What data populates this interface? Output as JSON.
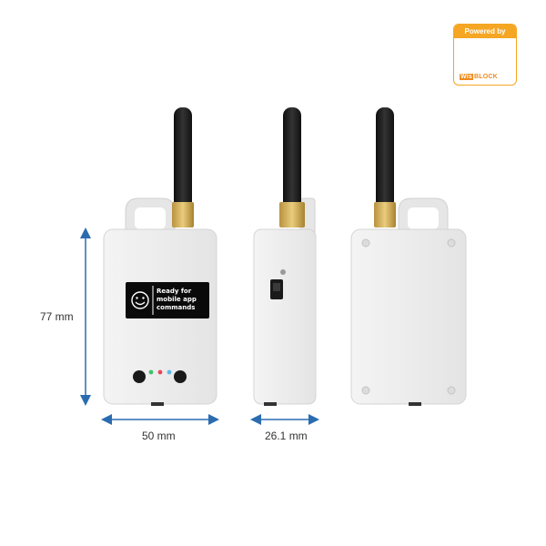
{
  "dimensions": {
    "height": "77 mm",
    "width": "50 mm",
    "depth": "26.1 mm"
  },
  "badge": {
    "top_text": "Powered by",
    "brand_prefix": "Wis",
    "brand_suffix": "BLOCK",
    "logo_icon": "lego-brick-icon"
  },
  "display": {
    "line1": "Ready for",
    "line2": "mobile app",
    "line3": "commands",
    "icon": "smiley-icon"
  },
  "colors": {
    "dimension": "#2b6cb0",
    "device_body": "#ececec",
    "antenna": "#1f1f1f",
    "connector": "#d6b15a",
    "badge": "#f5a623",
    "led_green": "#3cc26b",
    "led_red": "#e8455a",
    "led_blue": "#5ab8e8"
  }
}
